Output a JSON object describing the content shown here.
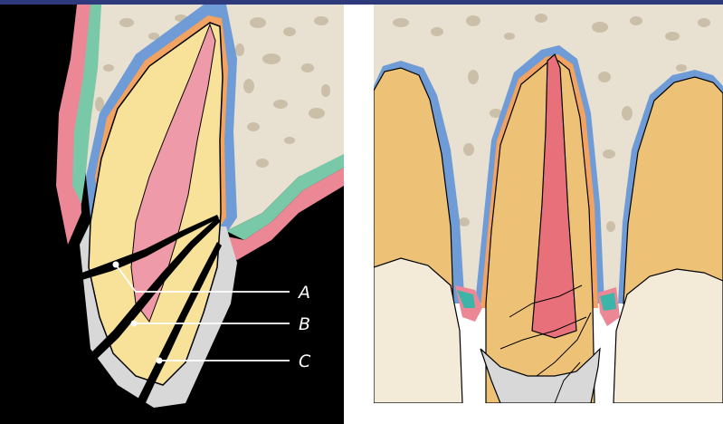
{
  "labels": {
    "a": "A",
    "b": "B",
    "c": "C"
  },
  "colors": {
    "header_bar": "#2f3a7c",
    "background_dark": "#000000",
    "bone": "#e8e0d0",
    "bone_pores": "#cbbfa9",
    "periodontal_ligament": "#6f9bd6",
    "cementum": "#f2a261",
    "dentin": "#f8e29a",
    "pulp": "#ef9aa8",
    "pulp_right": "#e8707a",
    "enamel": "#d8d8d8",
    "gingiva_pink": "#ec8896",
    "gingiva_green": "#79c8a8",
    "crown": "#f3ebd8",
    "fracture": "#000000"
  }
}
